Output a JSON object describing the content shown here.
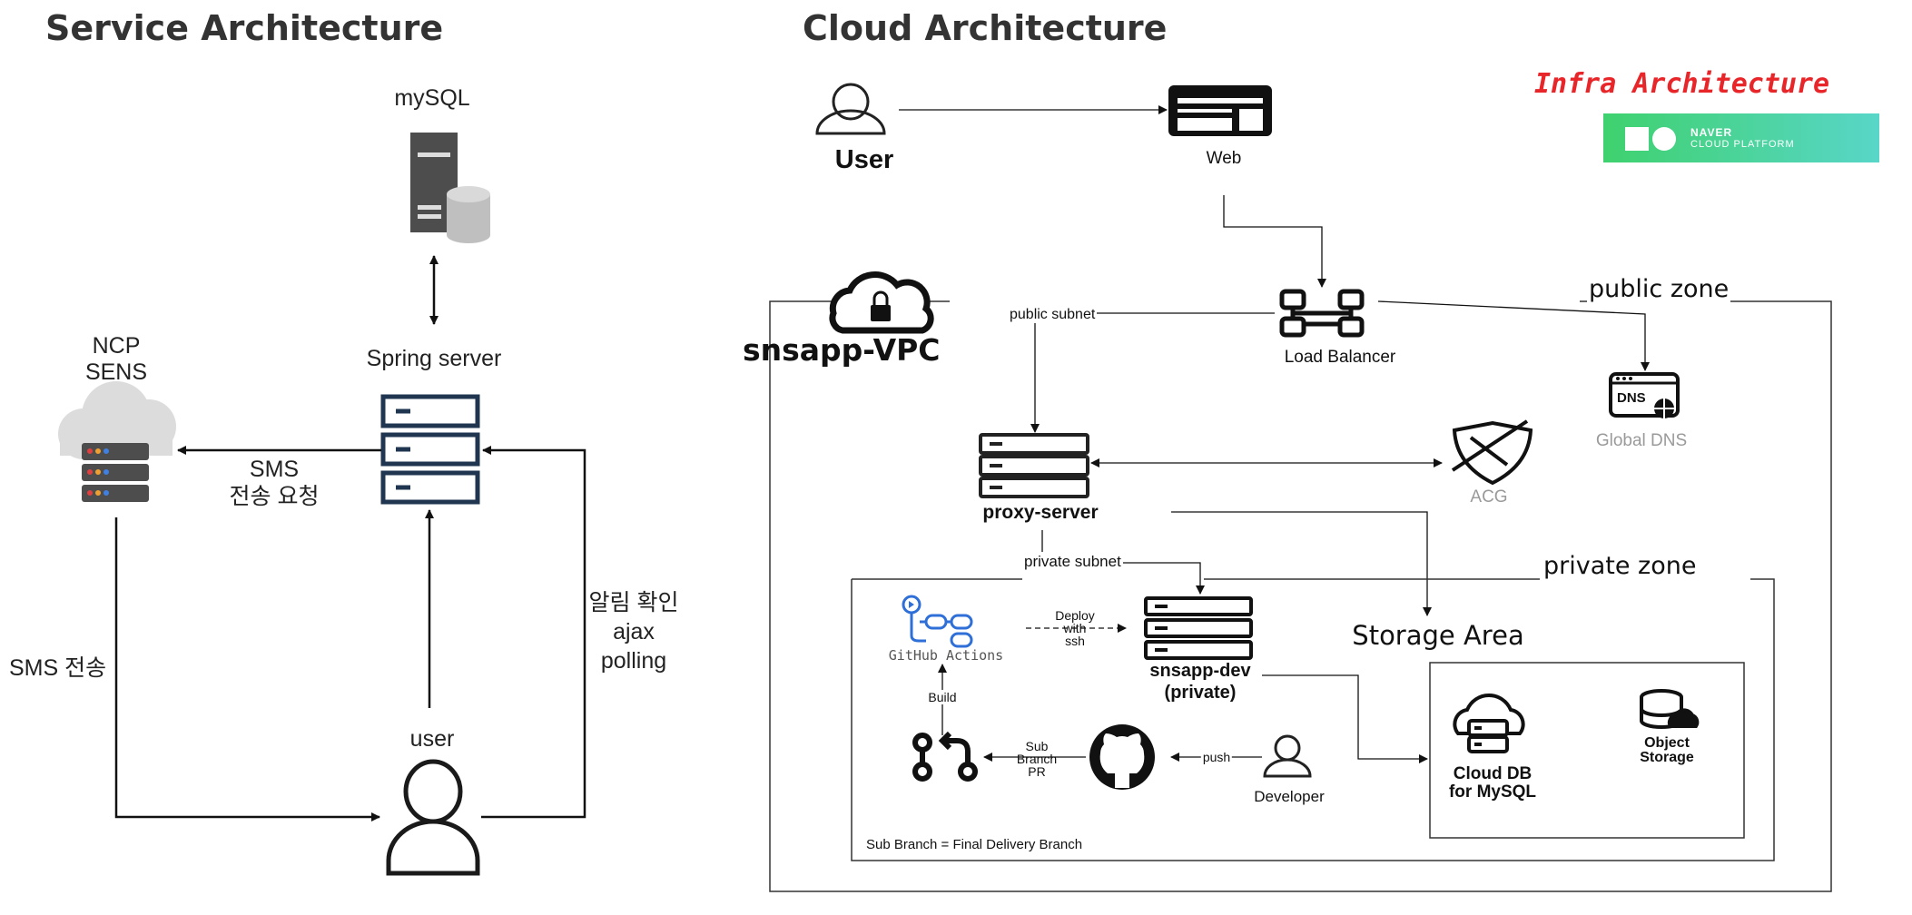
{
  "titles": {
    "service": "Service Architecture",
    "cloud": "Cloud Architecture",
    "infra": "Infra Architecture"
  },
  "ncp_logo": {
    "line1": "NAVER",
    "line2": "CLOUD PLATFORM"
  },
  "service": {
    "mysql": "mySQL",
    "spring": "Spring server",
    "ncp": "NCP",
    "sens": "SENS",
    "sms_req_1": "SMS",
    "sms_req_2": "전송 요청",
    "sms_send": "SMS 전송",
    "alarm_1": "알림 확인",
    "alarm_2": "ajax",
    "alarm_3": "polling",
    "user": "user"
  },
  "cloud": {
    "user": "User",
    "web": "Web",
    "vpc": "snsapp-VPC",
    "public_zone": "public zone",
    "public_subnet": "public subnet",
    "load_balancer": "Load Balancer",
    "global_dns": "Global DNS",
    "dns_badge": "DNS",
    "proxy": "proxy-server",
    "acg": "ACG",
    "private_subnet": "private subnet",
    "private_zone": "private zone",
    "github_actions": "GitHub Actions",
    "deploy_1": "Deploy",
    "deploy_2": "with",
    "deploy_3": "ssh",
    "dev_1": "snsapp-dev",
    "dev_2": "(private)",
    "storage_area": "Storage Area",
    "build": "Build",
    "sub_1": "Sub",
    "sub_2": "Branch",
    "sub_3": "PR",
    "push": "push",
    "developer": "Developer",
    "clouddb_1": "Cloud DB",
    "clouddb_2": "for MySQL",
    "object_1": "Object",
    "object_2": "Storage",
    "footnote": "Sub Branch = Final Delivery Branch"
  }
}
